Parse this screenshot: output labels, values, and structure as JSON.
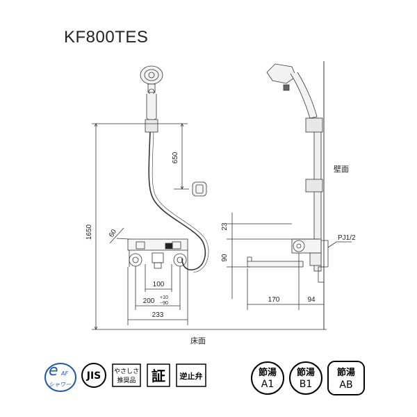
{
  "title": "KF800TES",
  "dimensions": {
    "total_height": "1650",
    "bar_height": "650",
    "angle": "60",
    "body_width_inner": "100",
    "center_distance": "200",
    "center_tol_plus": "+10",
    "center_tol_minus": "−90",
    "overall_width": "233",
    "top_offset": "23",
    "side_height": "90",
    "spout_length": "170",
    "wall_offset": "94"
  },
  "labels": {
    "wall": "壁面",
    "floor": "床面",
    "pipe_thread": "PJ1/2"
  },
  "badges": {
    "eco_shower": {
      "top": "e",
      "sub1": "AF",
      "sub2": "シャワー"
    },
    "jis": "JIS",
    "easy_line1": "やさしさ",
    "easy_line2": "推奨品",
    "certified": "証",
    "check_valve": "逆止弁",
    "a1": {
      "top": "節湯",
      "bottom": "A1"
    },
    "b1": {
      "top": "節湯",
      "bottom": "B1"
    },
    "ab": {
      "top": "節湯",
      "bottom": "AB"
    }
  }
}
